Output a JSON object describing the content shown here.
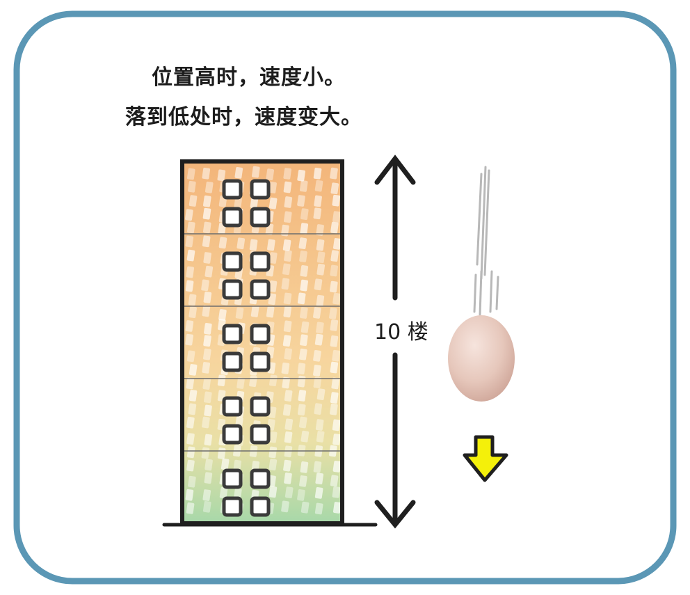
{
  "caption": {
    "line1": "位置高时，速度小。",
    "line2": "落到低处时，速度变大。"
  },
  "height_label": "10 楼",
  "floors": 5,
  "colors": {
    "frame_border": "#5b97b5",
    "building_outline": "#1f1f1f",
    "building_orange": "#f0b87a",
    "building_green": "#a9d7a8",
    "window": "#3a3a3a",
    "egg": "#e6c8bd",
    "arrow_yellow": "#f4f00a"
  },
  "icons": {
    "height_arrow": "double-vertical-arrow-icon",
    "fall_arrow": "down-arrow-icon",
    "egg": "egg-icon"
  }
}
